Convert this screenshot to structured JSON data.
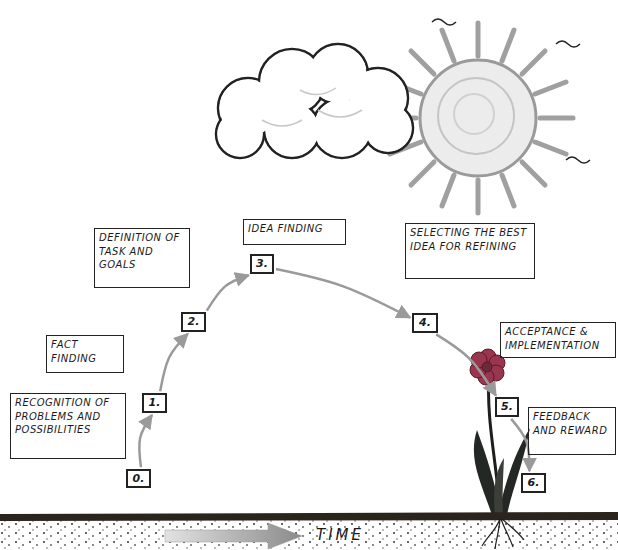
{
  "diagram": {
    "nodes": [
      {
        "text": [
          "RECOGNITION OF PROBLEMS AND POSSIBILITIES"
        ]
      },
      {
        "text": [
          "0."
        ]
      },
      {
        "text": [
          "FACT FINDING"
        ]
      },
      {
        "text": [
          "1."
        ]
      },
      {
        "text": [
          "DEFINITION OF TASK AND GOALS"
        ]
      },
      {
        "text": [
          "2."
        ]
      },
      {
        "text": [
          "IDEA FINDING"
        ]
      },
      {
        "text": [
          "3."
        ]
      },
      {
        "text": [
          "SELECTING THE BEST IDEA FOR REFINING"
        ]
      },
      {
        "text": [
          "4."
        ]
      },
      {
        "text": [
          "ACCEPTANCE & IMPLEMENTATION"
        ]
      },
      {
        "text": [
          "5."
        ]
      },
      {
        "text": [
          "FEEDBACK AND REWARD"
        ]
      },
      {
        "text": [
          "6."
        ]
      }
    ],
    "edges": [
      {
        "from": 1,
        "to": 3,
        "arrow": "to"
      },
      {
        "from": 3,
        "to": 5,
        "arrow": "to"
      },
      {
        "from": 5,
        "to": 7,
        "arrow": "to"
      },
      {
        "from": 7,
        "to": 9,
        "arrow": "to"
      },
      {
        "from": 9,
        "to": 11,
        "arrow": "to"
      },
      {
        "from": 11,
        "to": 13,
        "arrow": "to"
      }
    ],
    "labels": [
      "TIME"
    ]
  }
}
